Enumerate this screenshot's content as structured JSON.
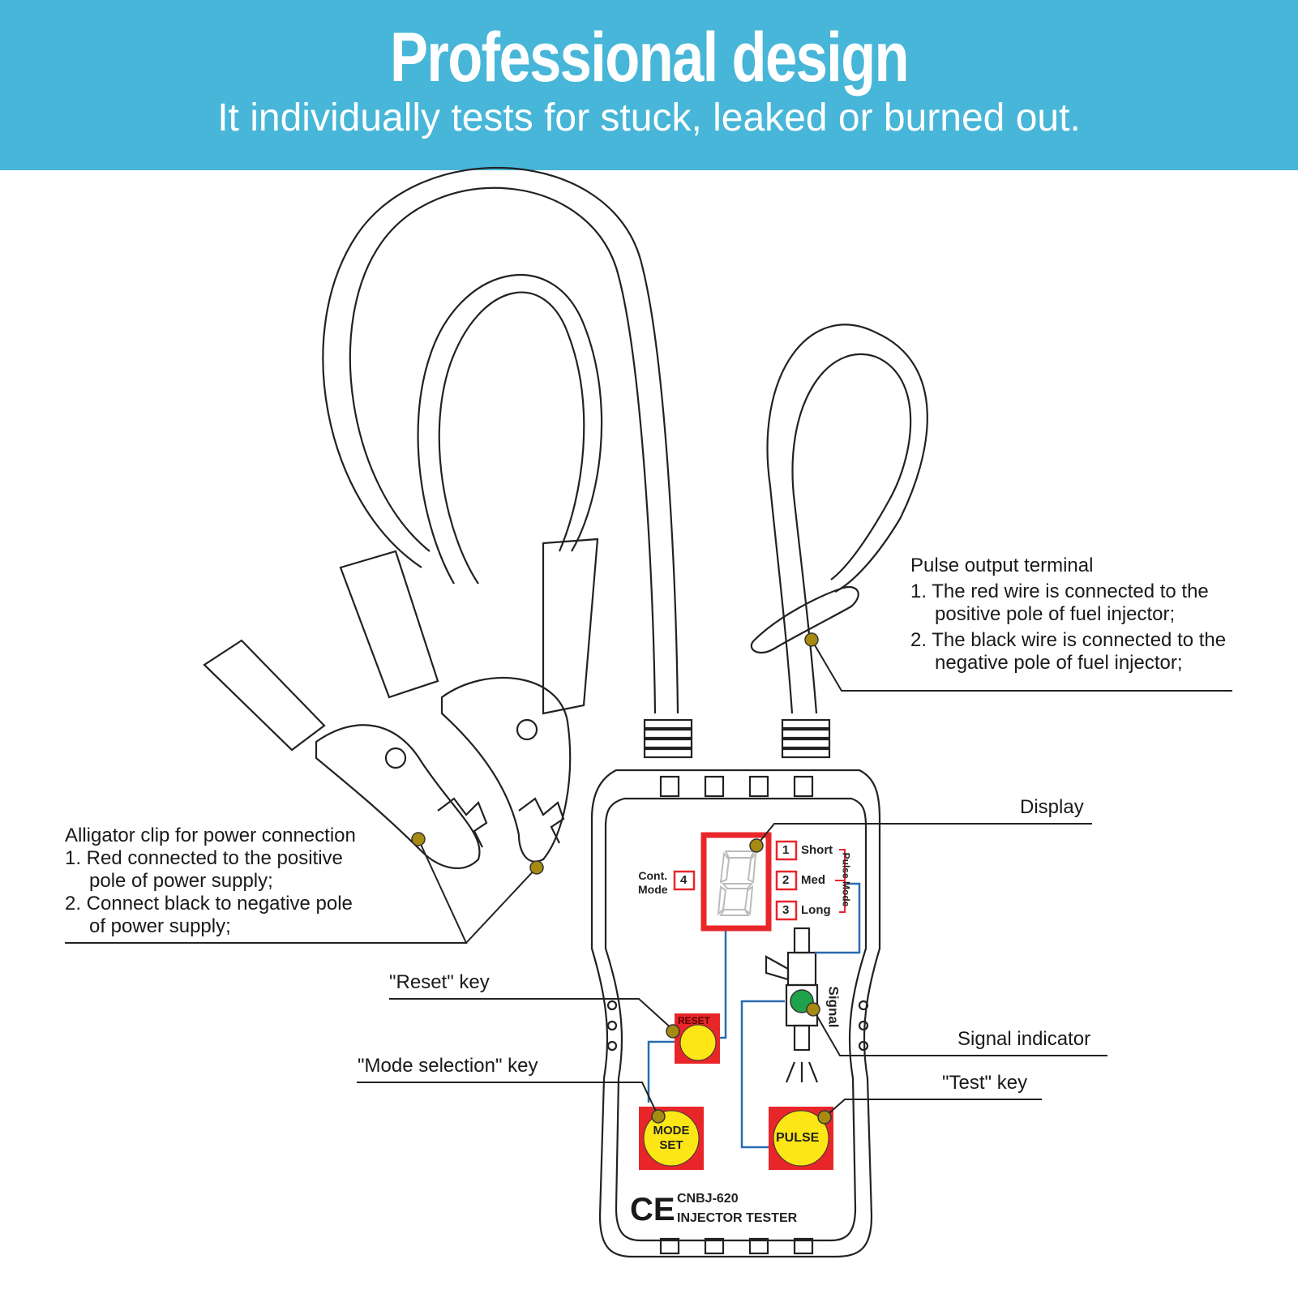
{
  "banner": {
    "title": "Professional design",
    "subtitle": "It individually tests for stuck, leaked or burned out.",
    "color": "#47b6d8"
  },
  "callouts": {
    "pulse_output": {
      "heading": "Pulse output terminal",
      "line1a": "1. The red wire is connected to the",
      "line1b": "positive pole of fuel injector;",
      "line2a": "2. The black wire is connected to the",
      "line2b": "negative pole of fuel injector;"
    },
    "alligator": {
      "heading": "Alligator clip for power connection",
      "line1a": "1. Red connected to the positive",
      "line1b": "pole of power supply;",
      "line2a": "2. Connect black to negative pole",
      "line2b": "of power supply;"
    },
    "display": "Display",
    "reset_key": "\"Reset\" key",
    "mode_key": "\"Mode selection\" key",
    "signal_indicator": "Signal indicator",
    "test_key": "\"Test\" key"
  },
  "device": {
    "cont_mode_line1": "Cont.",
    "cont_mode_line2": "Mode",
    "cont_mode_num": "4",
    "modes": [
      {
        "num": "1",
        "label": "Short"
      },
      {
        "num": "2",
        "label": "Med"
      },
      {
        "num": "3",
        "label": "Long"
      }
    ],
    "pulse_mode_label": "Pulse Mode",
    "signal_label": "Signal",
    "reset_label": "RESET",
    "mode_set_line1": "MODE",
    "mode_set_line2": "SET",
    "pulse_label": "PULSE",
    "ce_mark": "CE",
    "model": "CNBJ-620",
    "product": "INJECTOR TESTER"
  },
  "colors": {
    "key_red": "#e8262a",
    "key_yellow": "#fde616",
    "marker_dot": "#a68a12",
    "wire_blue": "#2a6ab0",
    "indicator_green": "#1fa34a"
  }
}
